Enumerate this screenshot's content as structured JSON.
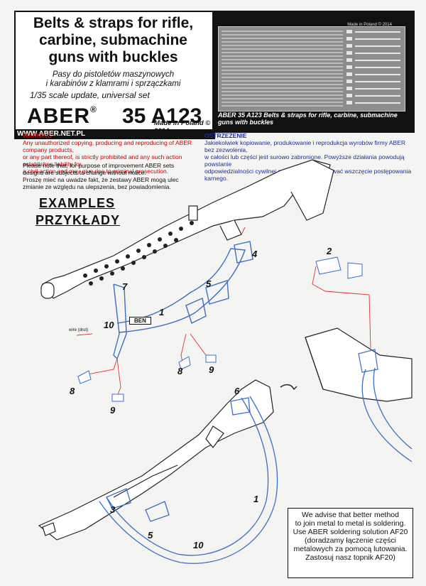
{
  "header": {
    "title": [
      "Belts & straps for rifle,",
      "carbine, submachine",
      "guns with buckles"
    ],
    "subtitle_pl": [
      "Pasy do pistoletów maszynowych",
      "i karabinów z klamrami i sprzączkami"
    ],
    "scale": "1/35 scale update, universal set",
    "brand": "ABER",
    "brand_mark": "®",
    "catalog_no": "35 A123",
    "made_in": "Made in Poland © 2014",
    "website": "WWW.ABER.NET.PL",
    "sheet_made": "Made in Poland  © 2014",
    "sheet_caption": "ABER    35 A123  Belts & straps for rifle, carbine, submachine guns with buckles"
  },
  "warning": {
    "heading": "WARNING",
    "text": [
      "Any unauthorized copying, producing and reproducing of ABER company products,",
      "or any part thereof, is strictly prohibited and any such action establishes liability for",
      "a civil action and may give rise to criminal prosecution."
    ]
  },
  "ostrzezenie": {
    "heading": "OSTRZEZENIE",
    "text": [
      "Jakiekolwiek kopiowanie, produkowanie i reprodukcja wyrobów firmy ABER bez zezwolenia,",
      "w całości lub części jest surowo zabronione. Powyższe działania powodują powstanie",
      "odpowiedzialności cywilnej oraz mogą spowodować wszczęcie postępowania karnego."
    ]
  },
  "notice": [
    "Please note that, for purpose of improvement ABER sets",
    "designs are subjects to change without notice.",
    "Proszę mieć na uwadze fakt, że zestawy ABER mogą ulec",
    "zmianie ze względu na ulepszenia, bez powiadomienia."
  ],
  "examples_label": "EXAMPLES",
  "przyklady_label": "PRZYKŁADY",
  "callouts": {
    "n1a": "1",
    "n2": "2",
    "n4": "4",
    "n5a": "5",
    "n7": "7",
    "n10a": "10",
    "n8a": "8",
    "n9a": "9",
    "n8b": "8",
    "n9b": "9",
    "n6": "6",
    "n1b": "1",
    "n3": "3",
    "n5b": "5",
    "n10b": "10"
  },
  "ben_label": "BEN",
  "wire_label": "wire (drut)",
  "advice": [
    "We advise that better method",
    "to join metal to metal is soldering.",
    "Use ABER soldering solution AF20",
    "(doradzamy łączenie części",
    "metalowych za pomocą lutowania.",
    "Zastosuj nasz topnik AF20)"
  ],
  "colors": {
    "warning_red": "#cc0000",
    "warning_blue": "#1b2f9a",
    "strap_blue": "#3a6fc6",
    "guide_red": "#d33"
  }
}
